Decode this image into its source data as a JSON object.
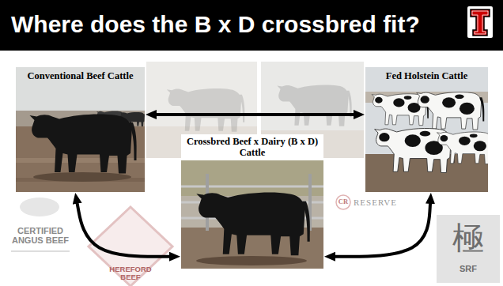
{
  "diagram": {
    "title": "Where does the B x D crossbred fit?",
    "nodes": [
      {
        "text": [
          "Conventional Beef Cattle"
        ]
      },
      {
        "text": [
          "Fed Holstein Cattle"
        ]
      },
      {
        "text": [
          "Crossbred Beef x Dairy (B x D) Cattle"
        ]
      }
    ],
    "edges": [
      {
        "from": 0,
        "to": 1,
        "arrow": "both"
      },
      {
        "from": 0,
        "to": 2,
        "arrow": "both"
      },
      {
        "from": 2,
        "to": 1,
        "arrow": "both"
      }
    ],
    "labels": [
      "CERTIFIED ANGUS BEEF",
      "HEREFORD BEEF",
      "CR",
      "RESERVE",
      "SRF",
      "極"
    ]
  }
}
